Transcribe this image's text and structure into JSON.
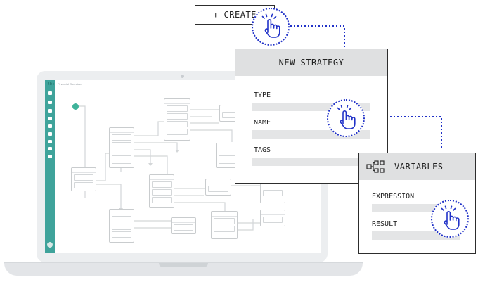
{
  "create_button": {
    "label": "+ CREATE"
  },
  "new_strategy": {
    "title": "NEW STRATEGY",
    "fields": [
      {
        "label": "TYPE"
      },
      {
        "label": "NAME"
      },
      {
        "label": "TAGS"
      }
    ]
  },
  "variables": {
    "title": "VARIABLES",
    "icon": "flow-nodes-icon",
    "fields": [
      {
        "label": "EXPRESSION"
      },
      {
        "label": "RESULT"
      }
    ]
  },
  "app": {
    "logo": "lb:",
    "title": "Financial Overview"
  },
  "colors": {
    "accent": "#3fa39b",
    "cursor": "#2132c8",
    "start_node": "#3fb39a"
  },
  "cursor_icon": "pointer-hand-icon"
}
